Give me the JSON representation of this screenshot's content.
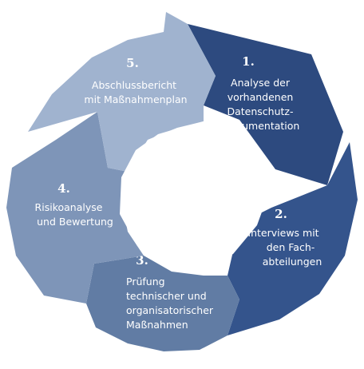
{
  "steps": [
    {
      "number": "1.",
      "lines": [
        "Analyse der",
        "vorhandenen",
        "Datenschutz-",
        "dokumentation"
      ],
      "color": "#2d4a7f",
      "icon": "arrow-segment"
    },
    {
      "number": "2.",
      "lines": [
        "Interviews mit",
        "den Fach-",
        "abteilungen"
      ],
      "color": "#34548c",
      "icon": "arrow-segment"
    },
    {
      "number": "3.",
      "lines": [
        "Prüfung",
        "technischer und",
        "organisatorischer",
        "Maßnahmen"
      ],
      "color": "#617ca4",
      "icon": "arrow-segment"
    },
    {
      "number": "4.",
      "lines": [
        "Risikoanalyse",
        "und Bewertung"
      ],
      "color": "#7e95b8",
      "icon": "arrow-segment"
    },
    {
      "number": "5.",
      "lines": [
        "Abschlussbericht",
        "mit Maßnahmenplan"
      ],
      "color": "#a0b3cf",
      "icon": "arrow-segment"
    }
  ]
}
